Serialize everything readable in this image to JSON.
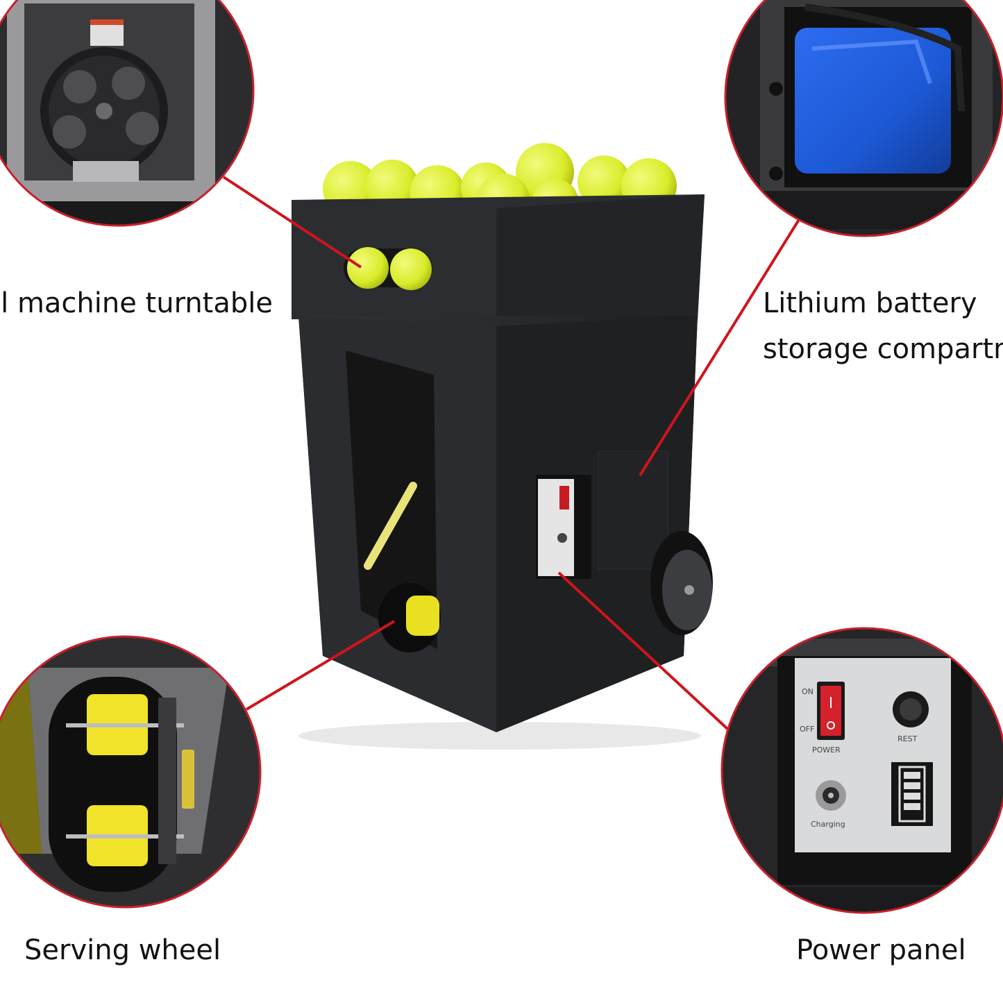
{
  "callouts": {
    "turntable": "ll machine turntable",
    "battery_line1": "Lithium battery",
    "battery_line2": "storage compartm",
    "serving_wheel": "Serving wheel",
    "power_panel": "Power panel"
  },
  "panel": {
    "on": "ON",
    "off": "OFF",
    "power": "POWER",
    "rest": "REST",
    "charging": "Charging"
  },
  "colors": {
    "leader_line": "#d0141c",
    "ring": "#c8202a",
    "machine_body": "#262729",
    "ball": "#d8ec2a",
    "battery": "#1d59d6",
    "roller": "#f0e32a"
  }
}
